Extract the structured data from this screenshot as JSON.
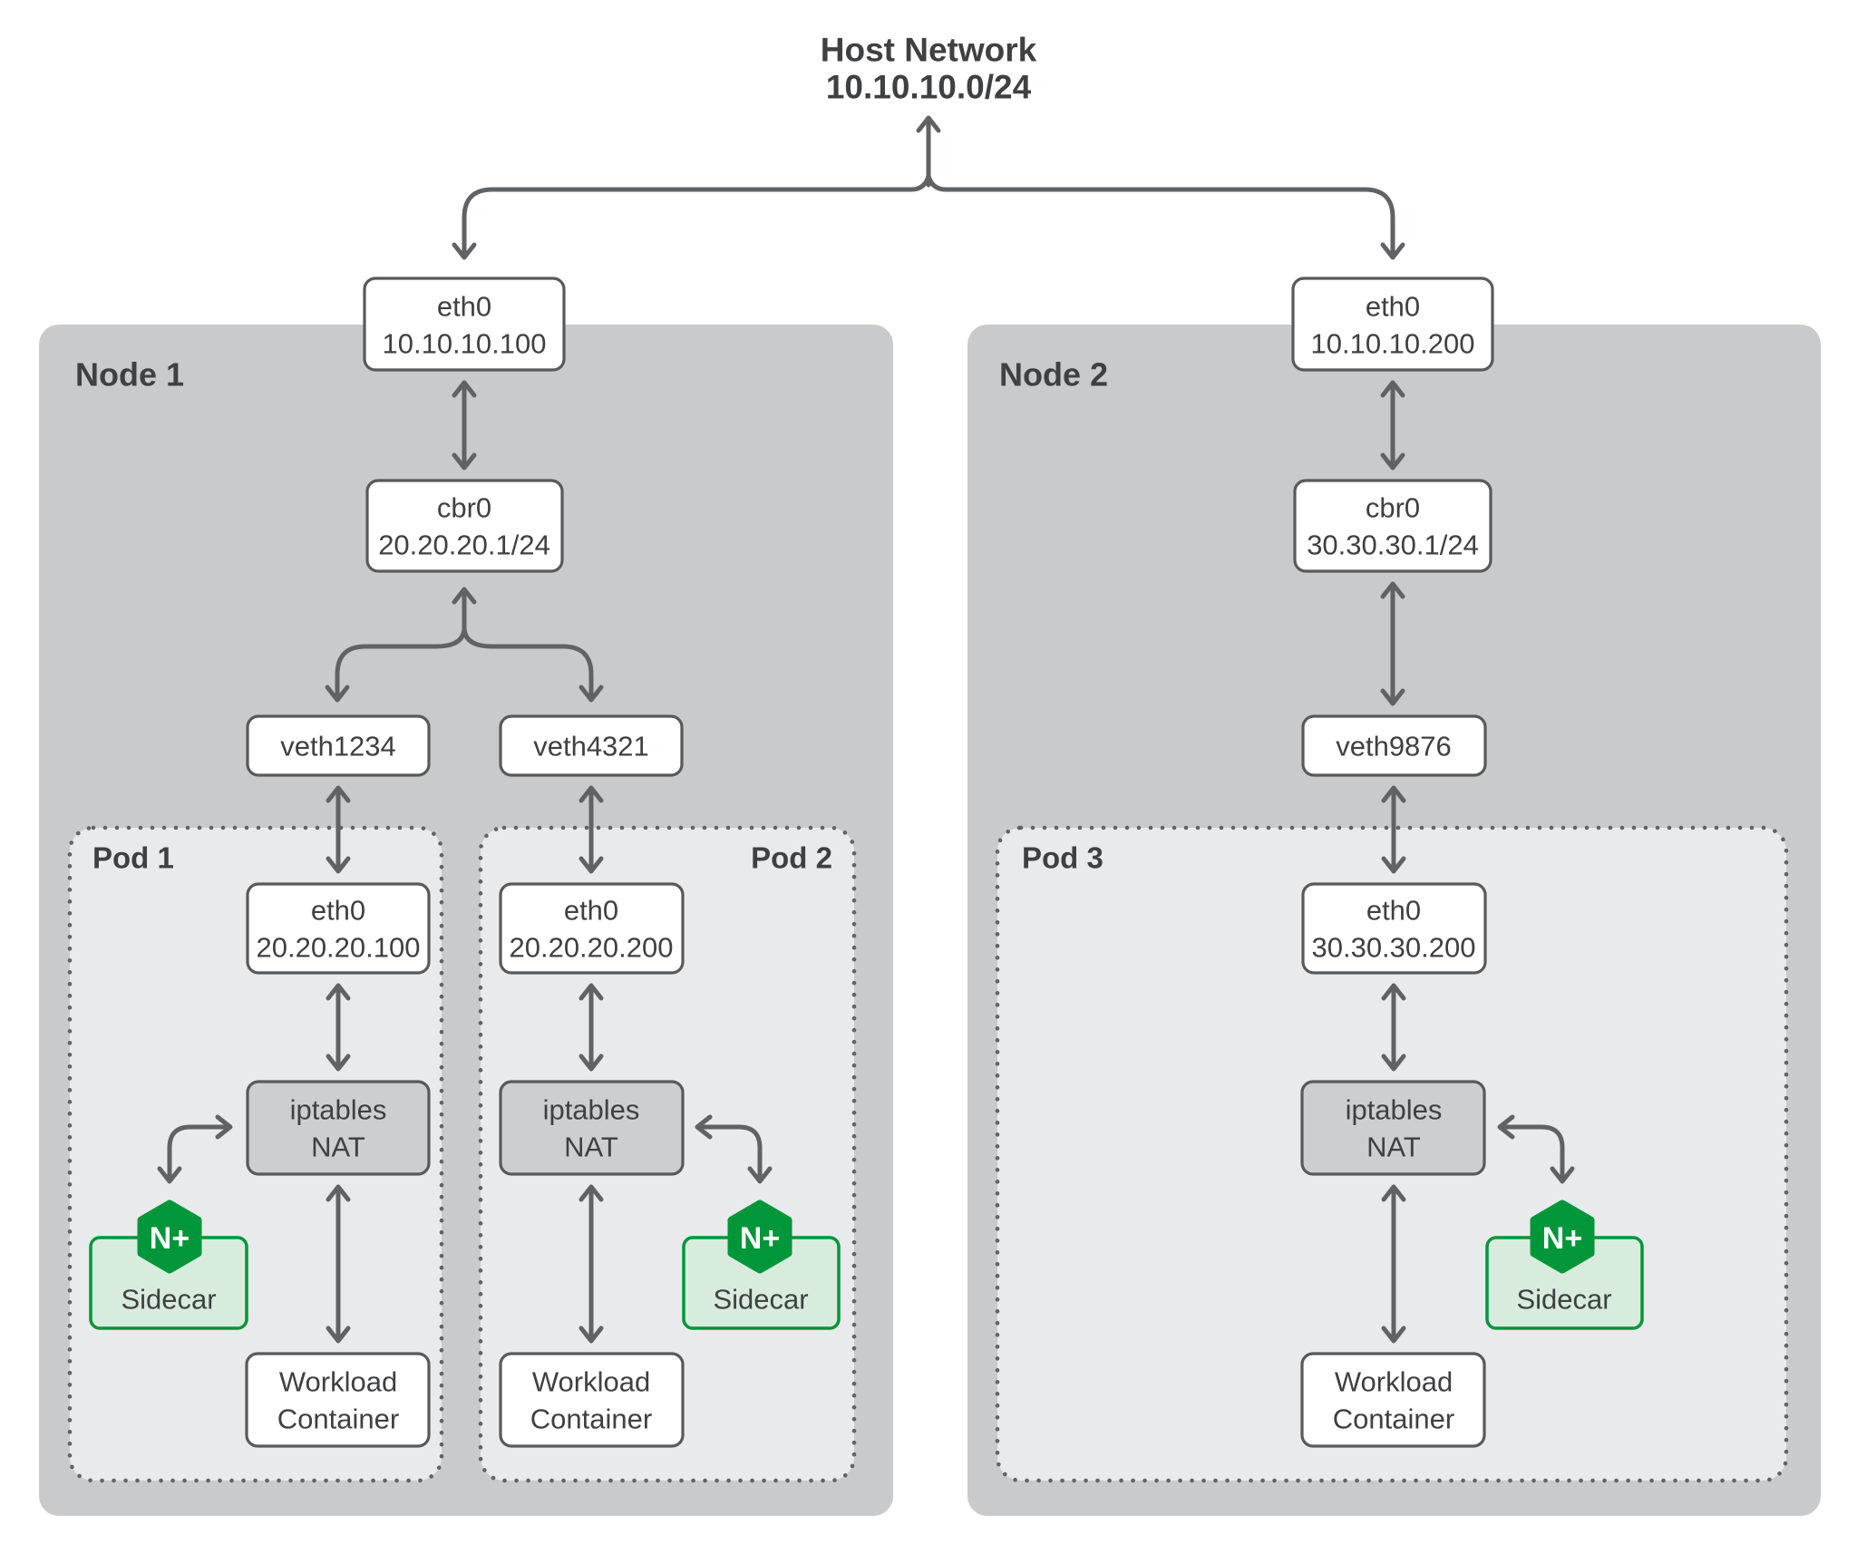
{
  "title": {
    "line1": "Host Network",
    "line2": "10.10.10.0/24"
  },
  "colors": {
    "node_bg": "#c9cacb",
    "pod_bg": "#e9eaeb",
    "nat_bg": "#cdcecf",
    "box_border": "#58595b",
    "arrow": "#606266",
    "text": "#3f4042",
    "nginx_green": "#009639",
    "sidecar_bg": "#d8ecdd"
  },
  "node1": {
    "label": "Node 1",
    "eth0": {
      "line1": "eth0",
      "line2": "10.10.10.100"
    },
    "cbr0": {
      "line1": "cbr0",
      "line2": "20.20.20.1/24"
    },
    "veth_a": "veth1234",
    "veth_b": "veth4321",
    "pod1": {
      "label": "Pod 1",
      "eth0": {
        "line1": "eth0",
        "line2": "20.20.20.100"
      },
      "nat": {
        "line1": "iptables",
        "line2": "NAT"
      },
      "sidecar_label": "Sidecar",
      "logo": "N+",
      "workload": {
        "line1": "Workload",
        "line2": "Container"
      }
    },
    "pod2": {
      "label": "Pod 2",
      "eth0": {
        "line1": "eth0",
        "line2": "20.20.20.200"
      },
      "nat": {
        "line1": "iptables",
        "line2": "NAT"
      },
      "sidecar_label": "Sidecar",
      "logo": "N+",
      "workload": {
        "line1": "Workload",
        "line2": "Container"
      }
    }
  },
  "node2": {
    "label": "Node 2",
    "eth0": {
      "line1": "eth0",
      "line2": "10.10.10.200"
    },
    "cbr0": {
      "line1": "cbr0",
      "line2": "30.30.30.1/24"
    },
    "veth": "veth9876",
    "pod3": {
      "label": "Pod 3",
      "eth0": {
        "line1": "eth0",
        "line2": "30.30.30.200"
      },
      "nat": {
        "line1": "iptables",
        "line2": "NAT"
      },
      "sidecar_label": "Sidecar",
      "logo": "N+",
      "workload": {
        "line1": "Workload",
        "line2": "Container"
      }
    }
  }
}
